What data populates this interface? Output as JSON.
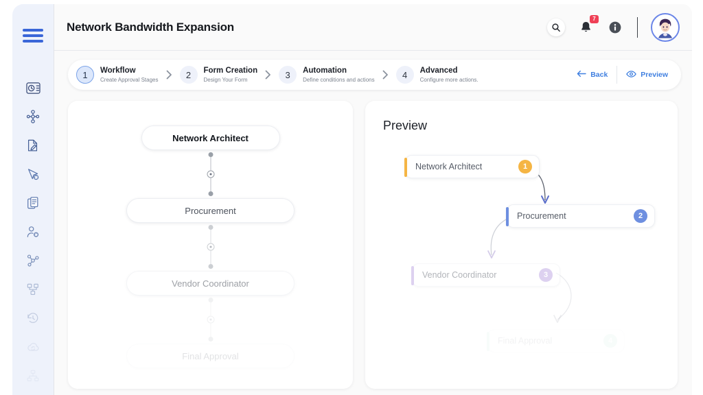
{
  "header": {
    "title": "Network Bandwidth Expansion",
    "search_icon": "search-icon",
    "notification_icon": "bell-icon",
    "notification_count": "7",
    "info_icon": "info-icon",
    "avatar_label": "user-avatar"
  },
  "sidebar": {
    "menu_icon": "hamburger-menu-icon",
    "items": [
      {
        "icon": "dashboard-clock-icon"
      },
      {
        "icon": "workflow-nodes-icon"
      },
      {
        "icon": "document-edit-icon"
      },
      {
        "icon": "cursor-settings-icon"
      },
      {
        "icon": "documents-copy-icon"
      },
      {
        "icon": "user-settings-icon"
      },
      {
        "icon": "network-share-icon"
      },
      {
        "icon": "org-structure-icon"
      },
      {
        "icon": "history-revert-icon"
      },
      {
        "icon": "cloud-sync-icon"
      },
      {
        "icon": "hierarchy-tree-icon"
      }
    ]
  },
  "stepper": {
    "steps": [
      {
        "number": "1",
        "label": "Workflow",
        "sub": "Create Approval Stages",
        "active": true
      },
      {
        "number": "2",
        "label": "Form Creation",
        "sub": "Design Your Form",
        "active": false
      },
      {
        "number": "3",
        "label": "Automation",
        "sub": "Define conditions and actions",
        "active": false
      },
      {
        "number": "4",
        "label": "Advanced",
        "sub": "Configure more actions.",
        "active": false
      }
    ],
    "back_label": "Back",
    "back_icon": "arrow-left-icon",
    "preview_label": "Preview",
    "preview_icon": "eye-icon"
  },
  "builder": {
    "nodes": [
      {
        "label": "Network Architect",
        "state": "primary"
      },
      {
        "label": "Procurement",
        "state": "normal"
      },
      {
        "label": "Vendor Coordinator",
        "state": "dim-1"
      },
      {
        "label": "Final Approval",
        "state": "dim-2"
      }
    ]
  },
  "preview": {
    "title": "Preview",
    "nodes": [
      {
        "label": "Network Architect",
        "badge": "1",
        "color": "#f5b544",
        "opacity": 1
      },
      {
        "label": "Procurement",
        "badge": "2",
        "color": "#6e8fe0",
        "opacity": 1
      },
      {
        "label": "Vendor Coordinator",
        "badge": "3",
        "color": "#b49ae0",
        "opacity": 0.45
      },
      {
        "label": "Final Approval",
        "badge": "4",
        "color": "#9fd8c8",
        "opacity": 0.07
      }
    ]
  },
  "colors": {
    "accent_blue": "#3f7fe0",
    "sidebar_bg": "#eef2fb",
    "badge_red": "#ef4056"
  }
}
